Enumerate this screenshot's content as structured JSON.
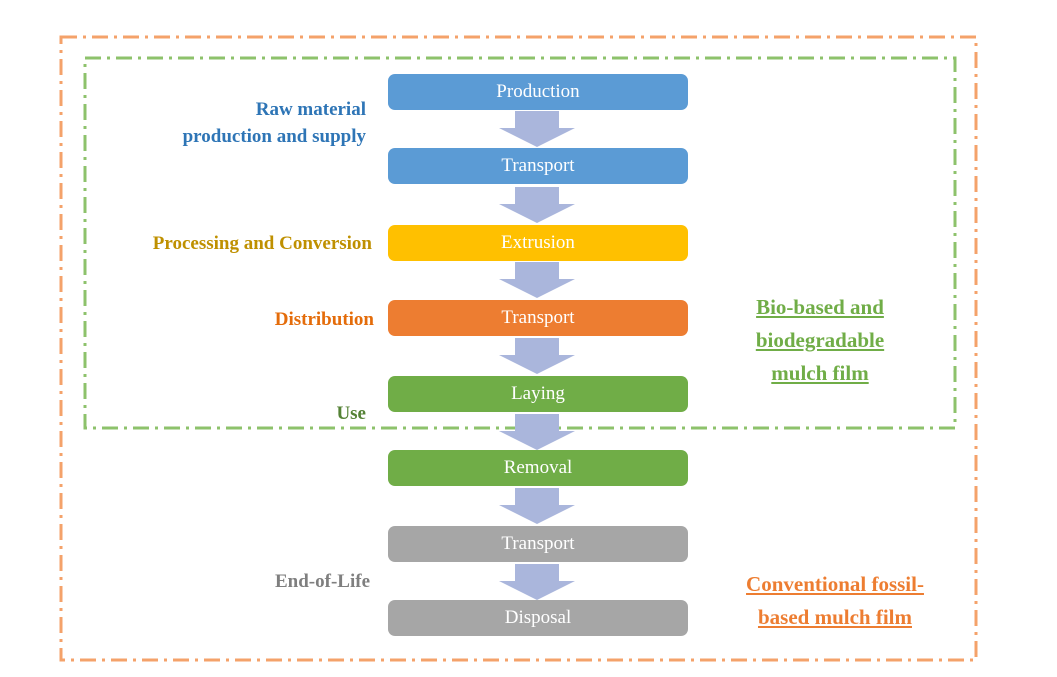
{
  "colors": {
    "blue": "#5b9bd5",
    "yellow": "#ffc000",
    "orange": "#ed7d31",
    "green": "#70ad47",
    "gray": "#a6a6a6",
    "arrow": "#aab6dc",
    "phase_blue": "#2e75b6",
    "phase_gold": "#bf9000",
    "phase_orange": "#e46c0a",
    "phase_green": "#548235",
    "phase_gray": "#7f7f7f"
  },
  "stages": [
    {
      "label": "Production",
      "color": "blue"
    },
    {
      "label": "Transport",
      "color": "blue"
    },
    {
      "label": "Extrusion",
      "color": "yellow"
    },
    {
      "label": "Transport",
      "color": "orange"
    },
    {
      "label": "Laying",
      "color": "green"
    },
    {
      "label": "Removal",
      "color": "green"
    },
    {
      "label": "Transport",
      "color": "gray"
    },
    {
      "label": "Disposal",
      "color": "gray"
    }
  ],
  "phases": {
    "raw_material_line1": "Raw material",
    "raw_material_line2": "production and supply",
    "processing": "Processing and Conversion",
    "distribution": "Distribution",
    "use": "Use",
    "end_of_life": "End-of-Life"
  },
  "scopes": {
    "bio_line1": "Bio-based and",
    "bio_line2": "biodegradable",
    "bio_line3": "mulch film",
    "fossil_line1": "Conventional fossil-",
    "fossil_line2": "based mulch film"
  }
}
